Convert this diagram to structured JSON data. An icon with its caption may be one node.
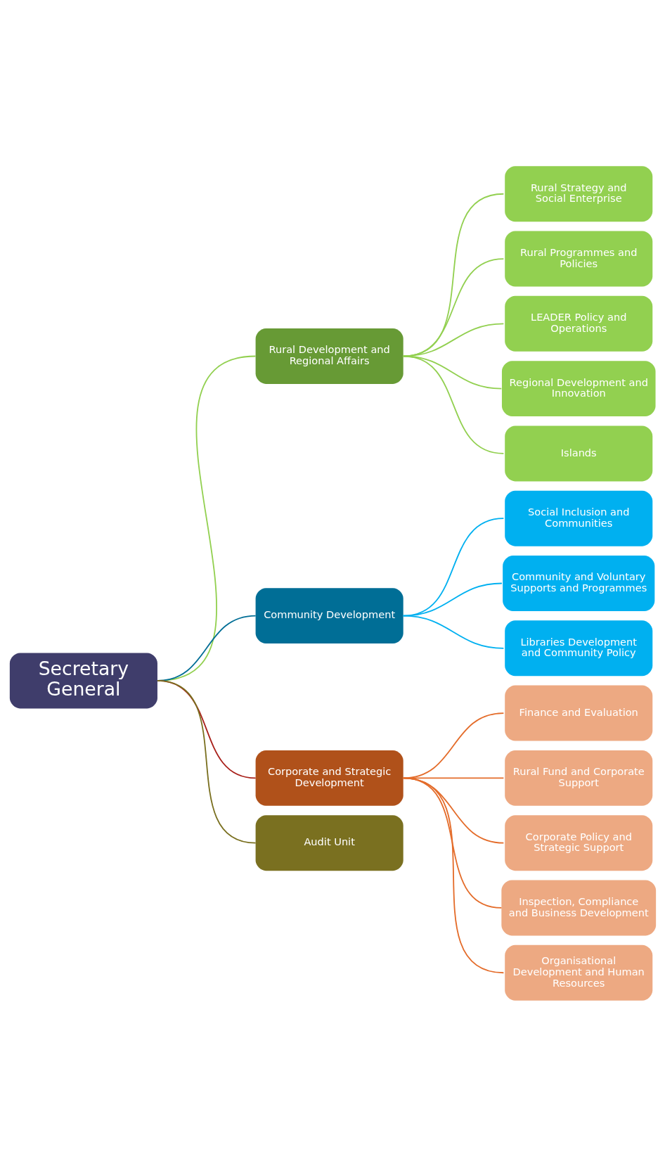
{
  "diagram": {
    "nodes": [
      {
        "text": [
          "Secretary General"
        ]
      },
      {
        "text": [
          "Rural Development and Regional Affairs"
        ]
      },
      {
        "text": [
          "Community Development"
        ]
      },
      {
        "text": [
          "Corporate and Strategic Development"
        ]
      },
      {
        "text": [
          "Audit Unit"
        ]
      },
      {
        "text": [
          "Rural Strategy and Social Enterprise"
        ]
      },
      {
        "text": [
          "Rural Programmes and Policies"
        ]
      },
      {
        "text": [
          "LEADER Policy and Operations"
        ]
      },
      {
        "text": [
          "Regional Development and Innovation"
        ]
      },
      {
        "text": [
          "Islands"
        ]
      },
      {
        "text": [
          "Social Inclusion and Communities"
        ]
      },
      {
        "text": [
          "Community and Voluntary Supports and Programmes"
        ]
      },
      {
        "text": [
          "Libraries Development and Community Policy"
        ]
      },
      {
        "text": [
          "Finance and Evaluation"
        ]
      },
      {
        "text": [
          "Rural Fund and Corporate Support"
        ]
      },
      {
        "text": [
          "Corporate Policy and Strategic Support"
        ]
      },
      {
        "text": [
          "Inspection, Compliance and Business Development"
        ]
      },
      {
        "text": [
          "Organisational Development and Human Resources"
        ]
      }
    ],
    "edges": [
      {
        "from": 0,
        "to": 1,
        "arrow": "none",
        "color": "#92d050"
      },
      {
        "from": 0,
        "to": 2,
        "arrow": "none",
        "color": "#006e96"
      },
      {
        "from": 0,
        "to": 3,
        "arrow": "none",
        "color": "#a8201a"
      },
      {
        "from": 0,
        "to": 4,
        "arrow": "none",
        "color": "#7a7020"
      },
      {
        "from": 1,
        "to": 5,
        "arrow": "none",
        "color": "#92d050"
      },
      {
        "from": 1,
        "to": 6,
        "arrow": "none",
        "color": "#92d050"
      },
      {
        "from": 1,
        "to": 7,
        "arrow": "none",
        "color": "#92d050"
      },
      {
        "from": 1,
        "to": 8,
        "arrow": "none",
        "color": "#92d050"
      },
      {
        "from": 1,
        "to": 9,
        "arrow": "none",
        "color": "#92d050"
      },
      {
        "from": 2,
        "to": 10,
        "arrow": "none",
        "color": "#00b0f0"
      },
      {
        "from": 2,
        "to": 11,
        "arrow": "none",
        "color": "#00b0f0"
      },
      {
        "from": 2,
        "to": 12,
        "arrow": "none",
        "color": "#00b0f0"
      },
      {
        "from": 3,
        "to": 13,
        "arrow": "none",
        "color": "#e46c2a"
      },
      {
        "from": 3,
        "to": 14,
        "arrow": "none",
        "color": "#e46c2a"
      },
      {
        "from": 3,
        "to": 15,
        "arrow": "none",
        "color": "#e46c2a"
      },
      {
        "from": 3,
        "to": 16,
        "arrow": "none",
        "color": "#e46c2a"
      },
      {
        "from": 3,
        "to": 17,
        "arrow": "none",
        "color": "#e46c2a"
      }
    ]
  }
}
